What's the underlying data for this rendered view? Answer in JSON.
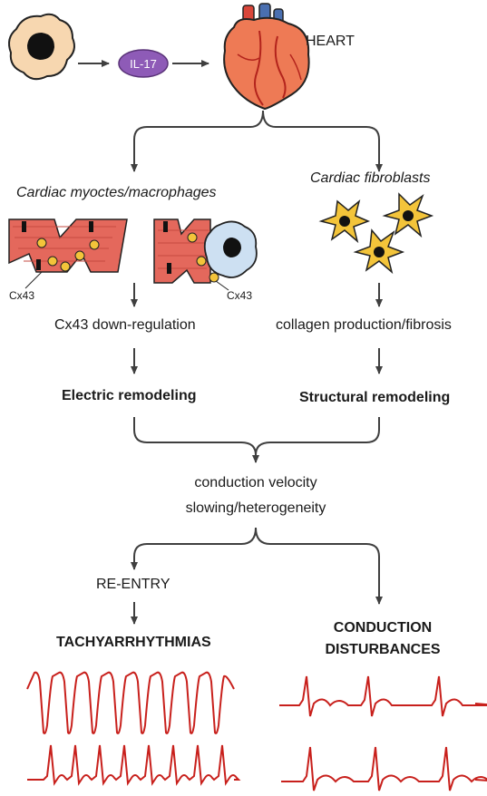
{
  "cytokine": "IL-17",
  "organ": "HEART",
  "left_branch": {
    "cell_type": "Cardiac myoctes/macrophages",
    "marker_left": "Cx43",
    "marker_right": "Cx43",
    "effect": "Cx43 down-regulation",
    "remodeling": "Electric remodeling"
  },
  "right_branch": {
    "cell_type": "Cardiac fibroblasts",
    "effect": "collagen production/fibrosis",
    "remodeling": "Structural remodeling"
  },
  "convergence": {
    "line1": "conduction velocity",
    "line2": "slowing/heterogeneity"
  },
  "outcome_left": {
    "mechanism": "RE-ENTRY",
    "result": "TACHYARRHYTHMIAS"
  },
  "outcome_right": {
    "line1": "CONDUCTION",
    "line2": "DISTURBANCES"
  },
  "colors": {
    "arrow": "#3f3f3f",
    "ecg": "#c8201c",
    "il17_fill": "#8e5bb7",
    "cell_fill": "#f7d7b0",
    "fibroblast_fill": "#f3c43a",
    "myocyte_fill": "#e4685c",
    "heart_fill": "#ee7a55"
  }
}
